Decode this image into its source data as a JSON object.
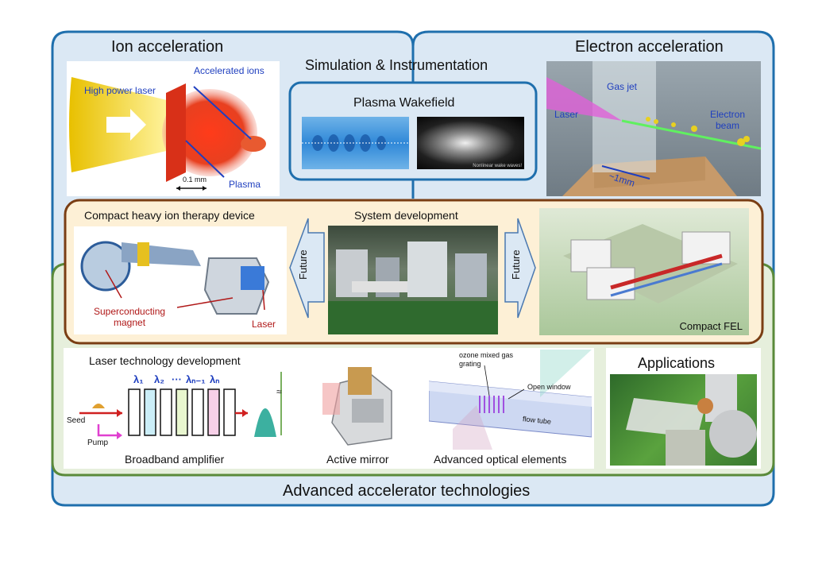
{
  "titles": {
    "ion_acceleration": "Ion acceleration",
    "electron_acceleration": "Electron acceleration",
    "simulation_instrumentation": "Simulation & Instrumentation",
    "plasma_wakefield": "Plasma Wakefield",
    "advanced_accelerator_technologies": "Advanced accelerator technologies"
  },
  "ion_figure": {
    "high_power_laser": "High power laser",
    "accelerated_ions": "Accelerated ions",
    "plasma": "Plasma",
    "scale": "0.1 mm"
  },
  "wakefield_figure": {
    "caption": "Nonlinear wake waves!"
  },
  "electron_figure": {
    "gas_jet": "Gas jet",
    "laser": "Laser",
    "electron_beam": "Electron\nbeam",
    "scale": "~1mm"
  },
  "middle_band": {
    "compact_heavy_ion": "Compact heavy ion therapy device",
    "system_development": "System development",
    "superconducting_magnet": "Superconducting\nmagnet",
    "laser": "Laser",
    "future_left": "Future",
    "future_right": "Future",
    "compact_fel": "Compact FEL"
  },
  "lower_band": {
    "laser_tech": "Laser technology  development",
    "lambda_labels": [
      "λ₁",
      "λ₂",
      "···",
      "λₙ₋₁",
      "λₙ"
    ],
    "seed": "Seed",
    "pump": "Pump",
    "approx": "≈",
    "broadband_amplifier": "Broadband amplifier",
    "active_mirror": "Active mirror",
    "advanced_optical": "Advanced optical elements",
    "ozone_grating": "ozone mixed gas\ngrating",
    "open_window": "Open window",
    "flow_tube": "flow tube",
    "applications": "Applications"
  },
  "colors": {
    "blue_frame": "#1f6fad",
    "blue_fill": "#dbe8f4",
    "green_frame": "#5a8a3a",
    "green_fill": "#e6efdc",
    "brown_frame": "#7a3e14",
    "beige_fill": "#fdf0d6",
    "label_blue": "#1f3fbf",
    "label_red": "#b01818"
  }
}
